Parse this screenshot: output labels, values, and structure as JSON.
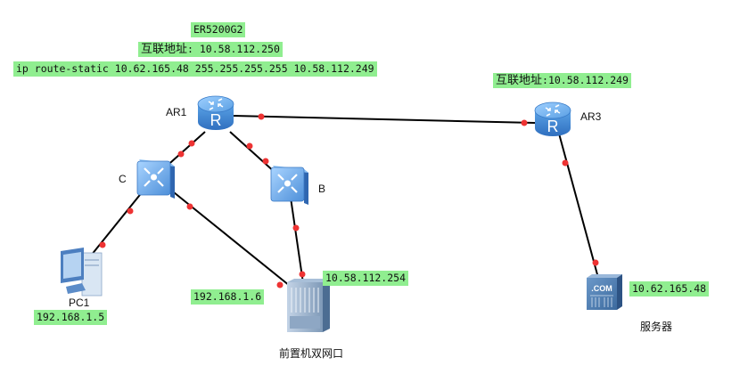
{
  "diagram": {
    "nodes": {
      "ar1": {
        "label": "AR1",
        "type": "router"
      },
      "ar3": {
        "label": "AR3",
        "type": "router"
      },
      "c": {
        "label": "C",
        "type": "switch"
      },
      "b": {
        "label": "B",
        "type": "switch"
      },
      "pc1": {
        "label": "PC1",
        "type": "pc"
      },
      "frontend": {
        "label": "前置机双网口",
        "type": "server-rack"
      },
      "server": {
        "label": "服务器",
        "type": "com-server",
        "icon_text": ".COM"
      }
    },
    "links": [
      {
        "from": "ar1",
        "to": "ar3"
      },
      {
        "from": "ar1",
        "to": "c"
      },
      {
        "from": "ar1",
        "to": "b"
      },
      {
        "from": "c",
        "to": "pc1"
      },
      {
        "from": "c",
        "to": "frontend"
      },
      {
        "from": "b",
        "to": "frontend"
      },
      {
        "from": "ar3",
        "to": "server"
      }
    ],
    "annotations": {
      "model": "ER5200G2",
      "ar1_interconnect_label": "互联地址",
      "ar1_interconnect_sep": ": ",
      "ar1_interconnect_ip": "10.58.112.250",
      "static_route": "ip route-static 10.62.165.48 255.255.255.255 10.58.112.249",
      "ar3_interconnect_label": "互联地址",
      "ar3_interconnect_sep": ":",
      "ar3_interconnect_ip": "10.58.112.249",
      "pc1_ip": "192.168.1.5",
      "frontend_ip_left": "192.168.1.6",
      "frontend_ip_right": "10.58.112.254",
      "server_ip": "10.62.165.48"
    },
    "colors": {
      "tag_bg": "#90ee90",
      "link": "#000000",
      "port_dot": "#ee3333",
      "device_blue": "#4a8fd8"
    }
  }
}
